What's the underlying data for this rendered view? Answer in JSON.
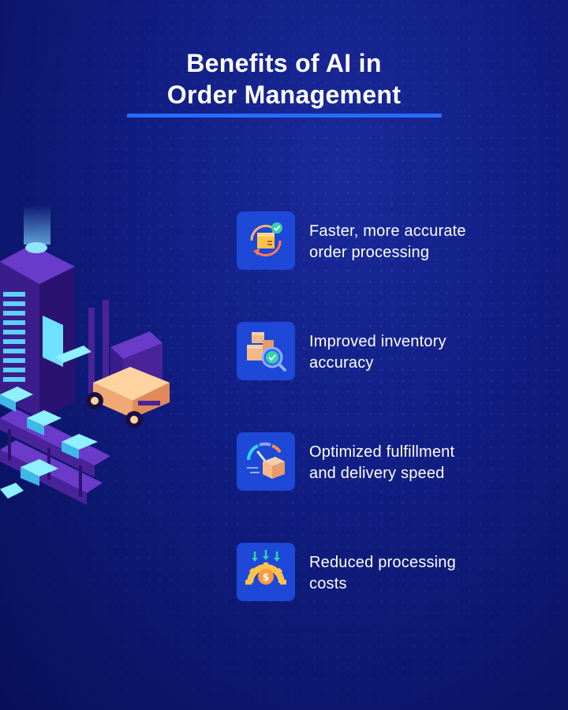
{
  "title": {
    "line1": "Benefits of AI in",
    "line2": "Order Management"
  },
  "colors": {
    "accent": "#2a6bff",
    "icon_bg": "#1d48d8",
    "background": "#121f86"
  },
  "benefits": [
    {
      "icon": "box-cycle-check-icon",
      "line1": "Faster, more accurate",
      "line2": "order processing"
    },
    {
      "icon": "boxes-magnifier-check-icon",
      "line1": "Improved inventory",
      "line2": "accuracy"
    },
    {
      "icon": "speed-gauge-box-icon",
      "line1": "Optimized fulfillment",
      "line2": "and delivery speed"
    },
    {
      "icon": "gear-dollar-icon",
      "line1": "Reduced processing",
      "line2": "costs"
    }
  ],
  "illustration": {
    "icon": "warehouse-forklift-illustration"
  }
}
